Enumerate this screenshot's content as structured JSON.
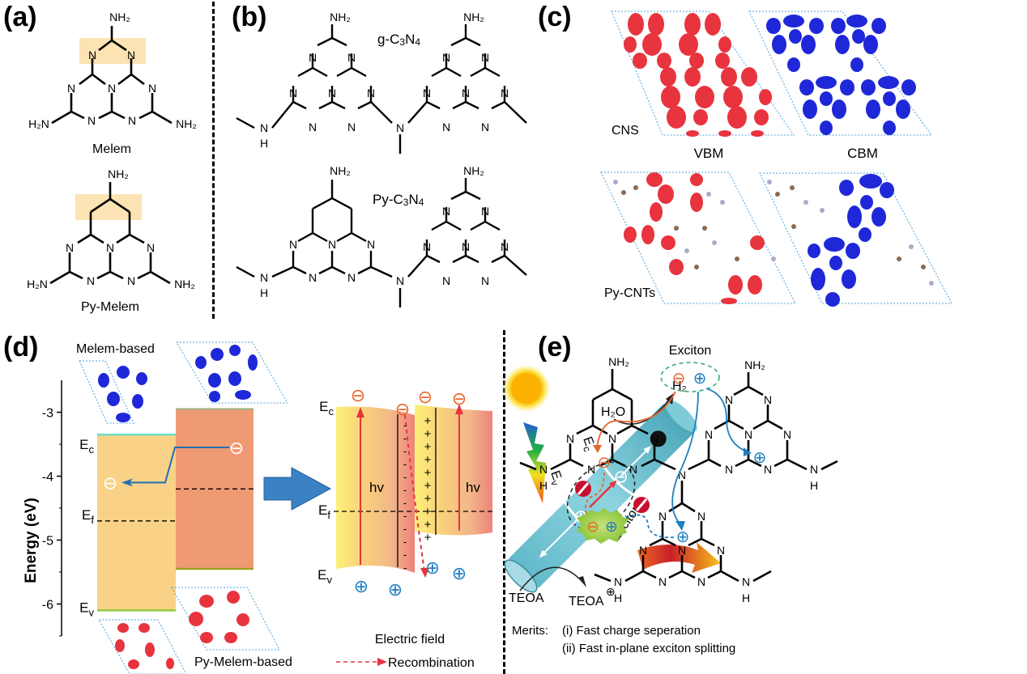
{
  "figure": {
    "panels": {
      "a": {
        "label": "(a)",
        "molecules": [
          {
            "name": "Melem",
            "substituent": "NH₂",
            "ring_atom": "N",
            "highlight_color": "#fbe3b4"
          },
          {
            "name": "Py-Melem",
            "substituent": "NH₂",
            "ring_atom": "N",
            "highlight_color": "#fbe3b4"
          }
        ],
        "amine": "NH₂",
        "amine_left": "H₂N"
      },
      "b": {
        "label": "(b)",
        "polymers": [
          {
            "name": "g-C3N4",
            "name_parts": [
              "g-C",
              "3",
              "N",
              "4"
            ]
          },
          {
            "name": "Py-C3N4",
            "name_parts": [
              "Py-C",
              "3",
              "N",
              "4"
            ]
          }
        ],
        "atom_N": "N",
        "atom_H": "H",
        "amine": "NH₂"
      },
      "c": {
        "label": "(c)",
        "row_labels": [
          "CNS",
          "Py-CNTs"
        ],
        "column_labels": [
          "VBM",
          "CBM"
        ],
        "vbm_color": "#e8343e",
        "cbm_color": "#1f28d8"
      },
      "d": {
        "label": "(d)",
        "y_axis_label": "Energy (eV)",
        "y_ticks": [
          "-3",
          "-4",
          "-5",
          "-6"
        ],
        "top_label": "Melem-based",
        "bottom_label": "Py-Melem-based",
        "band_labels": {
          "Ec": [
            "E",
            "c"
          ],
          "Ef": [
            "E",
            "f"
          ],
          "Ev": [
            "E",
            "v"
          ]
        },
        "electron_symbol": "⊖",
        "hole_symbol": "⊕",
        "hv_label": "hv",
        "electric_field_label": "Electric field",
        "recombination_label": "Recombination",
        "minus_signs": [
          "-",
          "-",
          "-",
          "-",
          "-",
          "-",
          "-",
          "-",
          "-",
          "-",
          "-",
          "-"
        ],
        "plus_signs": [
          "+",
          "+",
          "+",
          "+",
          "+",
          "+",
          "+",
          "+",
          "+",
          "+"
        ],
        "colors": {
          "melem_band": "#f9d287",
          "py_band": "#f09a74",
          "arrow": "#3a82c4",
          "electron": "#e8652a",
          "hole": "#1f7fc0"
        }
      },
      "e": {
        "label": "(e)",
        "h2o_label": "H₂O",
        "h2_label": "H₂",
        "teoa_label": "TEOA",
        "teoa_plus_label": "TEOA",
        "ec_label": [
          "E",
          "c"
        ],
        "ev_label": [
          "E",
          "v"
        ],
        "excitons_label": "Excitons",
        "exciton_label": "Exciton",
        "merits_title": "Merits:",
        "merits": [
          "(i) Fast charge seperation",
          "(ii) Fast in-plane exciton splitting"
        ],
        "atom_N": "N",
        "atom_H": "H",
        "amine": "NH₂"
      }
    }
  },
  "chart_data": {
    "type": "bar",
    "title": "",
    "xlabel": "",
    "ylabel": "Energy (eV)",
    "ylim": [
      -6.5,
      -2.5
    ],
    "y_ticks": [
      -3,
      -4,
      -5,
      -6
    ],
    "series": [
      {
        "name": "Melem-based",
        "Ec": -3.35,
        "Ef": -4.7,
        "Ev": -6.1
      },
      {
        "name": "Py-Melem-based",
        "Ec": -2.95,
        "Ef": -4.2,
        "Ev": -5.45
      }
    ]
  }
}
